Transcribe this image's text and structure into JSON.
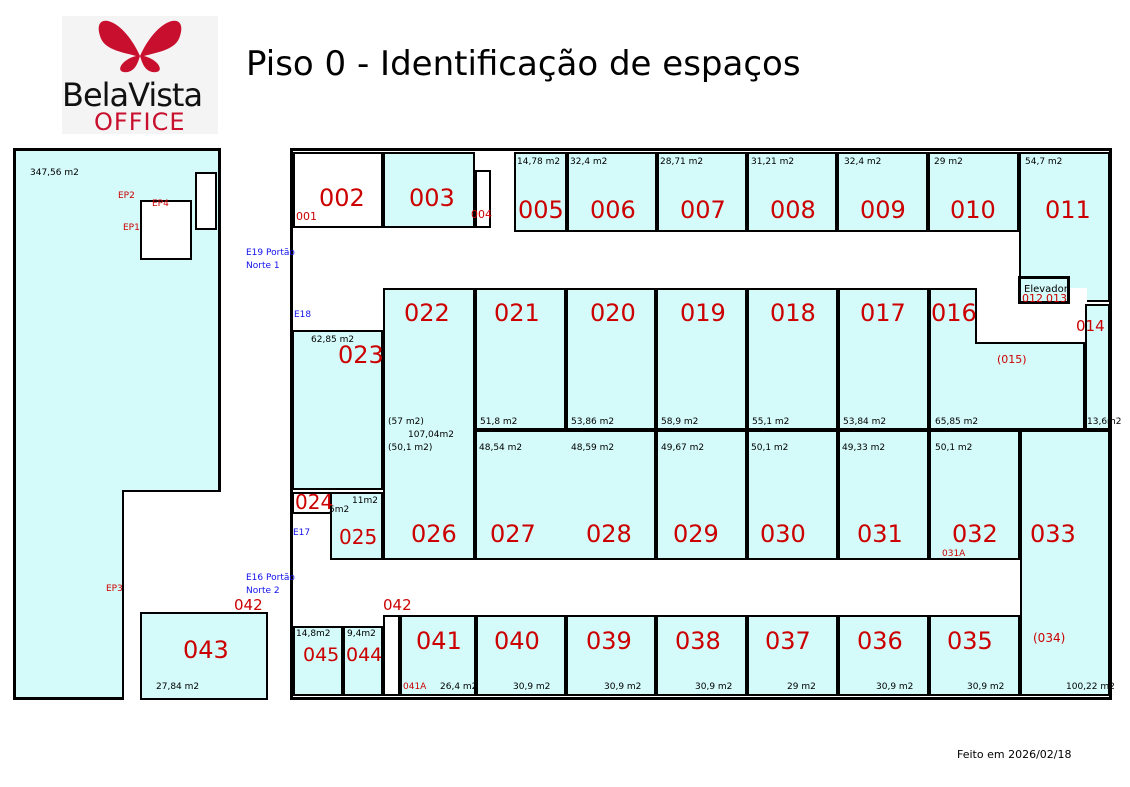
{
  "title": "Piso 0 - Identificação de espaços",
  "logo": {
    "name": "BelaVista",
    "sub": "OFFICE",
    "color": "#c8102e"
  },
  "footer": "Feito em 2026/02/18",
  "colors": {
    "room_fill": "#d4fafa",
    "label": "#cc0000",
    "entrance": "#1010ee"
  },
  "rooms": {
    "r001": "001",
    "r002": "002",
    "r003": "003",
    "r004": "004",
    "r005": "005",
    "r006": "006",
    "r007": "007",
    "r008": "008",
    "r009": "009",
    "r010": "010",
    "r011": "011",
    "r012": "012",
    "r013": "013",
    "r014": "014",
    "r015": "(015)",
    "r016": "016",
    "r017": "017",
    "r018": "018",
    "r019": "019",
    "r020": "020",
    "r021": "021",
    "r022": "022",
    "r023": "023",
    "r024": "024",
    "r025": "025",
    "r026": "026",
    "r027": "027",
    "r028": "028",
    "r029": "029",
    "r030": "030",
    "r031": "031",
    "r031a": "031A",
    "r032": "032",
    "r033": "033",
    "r034": "(034)",
    "r035": "035",
    "r036": "036",
    "r037": "037",
    "r038": "038",
    "r039": "039",
    "r040": "040",
    "r041": "041",
    "r041a": "041A",
    "r042a": "042",
    "r042b": "042",
    "r043": "043",
    "r044": "044",
    "r045": "045",
    "ep1": "EP1",
    "ep2": "EP2",
    "ep3": "EP3",
    "ep4": "EP4",
    "elevator": "Elevador"
  },
  "areas": {
    "left": "347,56 m2",
    "a005": "14,78  m2",
    "a006": "32,4 m2",
    "a007": "28,71 m2",
    "a008": "31,21 m2",
    "a009": "32,4 m2",
    "a010": "29 m2",
    "a011": "54,7 m2",
    "a023": "62,85 m2",
    "a022a": "(57 m2)",
    "a022b": "107,04m2",
    "a022c": "(50,1 m2)",
    "a021": "51,8 m2",
    "a020": "53,86 m2",
    "a019": "58,9 m2",
    "a018": "55,1 m2",
    "a017": "53,84 m2",
    "a015": "65,85 m2",
    "a014": "13,6m2",
    "a027": "48,54 m2",
    "a028": "48,59 m2",
    "a029": "49,67 m2",
    "a030": "50,1 m2",
    "a031": "49,33 m2",
    "a032": "50,1 m2",
    "a033": "100,22 m2",
    "a024": "5m2",
    "a025": "11m2",
    "a045": "14,8m2",
    "a044": "9,4m2",
    "a041": "26,4 m2",
    "a040": "30,9 m2",
    "a039": "30,9 m2",
    "a038": "30,9 m2",
    "a037": "29 m2",
    "a036": "30,9 m2",
    "a035": "30,9 m2",
    "a043": "27,84 m2"
  },
  "entrances": {
    "e19a": "E19 Portão",
    "e19b": "Norte 1",
    "e18": "E18",
    "e17": "E17",
    "e16a": "E16 Portão",
    "e16b": "Norte 2"
  }
}
